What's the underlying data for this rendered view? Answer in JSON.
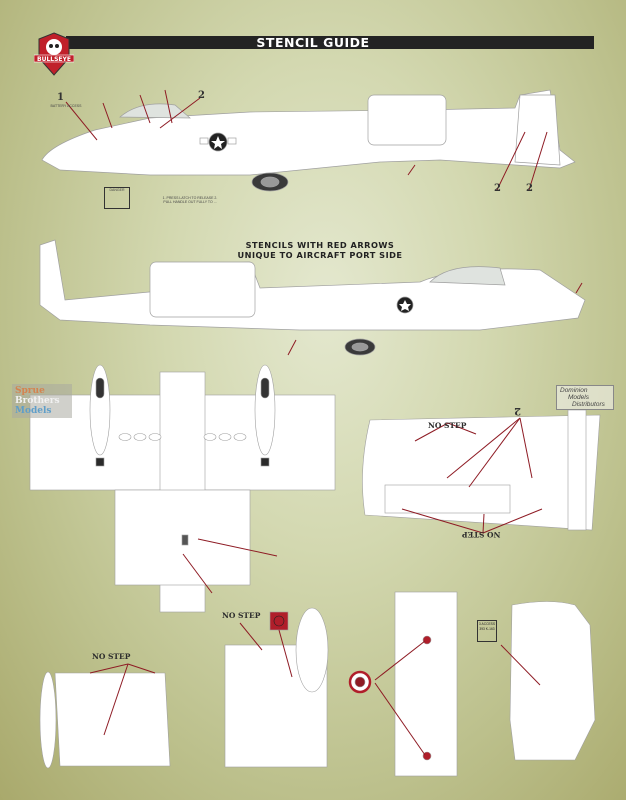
{
  "header": {
    "title": "STENCIL GUIDE",
    "brand": "BULLSEYE"
  },
  "subtitle": {
    "line1": "STENCILS WITH RED ARROWS",
    "line2": "UNIQUE TO AIRCRAFT PORT SIDE"
  },
  "callouts": {
    "no_step": "NO STEP",
    "no_step_inverted": "NO STEP",
    "battery_access": "BATTERY ACCESS",
    "num_1": "1",
    "num_2": "2",
    "num_2_tail_a": "2",
    "num_2_tail_b": "2",
    "num_2_wing": "2",
    "danger": "DANGER",
    "access_instructions": "1. PRESS LATCH TO RELEASE  2. PULL HANDLE OUT FULLY TO ...",
    "plate_text": "3 ACCESS 393 K-163 "
  },
  "watermarks": {
    "sprue_line1": "Sprue",
    "sprue_line2": "Brothers",
    "sprue_line3": "Models",
    "dmd_line1": "Dominion",
    "dmd_line2": "Models",
    "dmd_line3": "Distributors"
  },
  "colors": {
    "arrow": "#8e1b24",
    "banner": "#232323",
    "logo_red": "#c0202a",
    "aircraft": "#ffffff",
    "line": "#9a9a9a"
  }
}
